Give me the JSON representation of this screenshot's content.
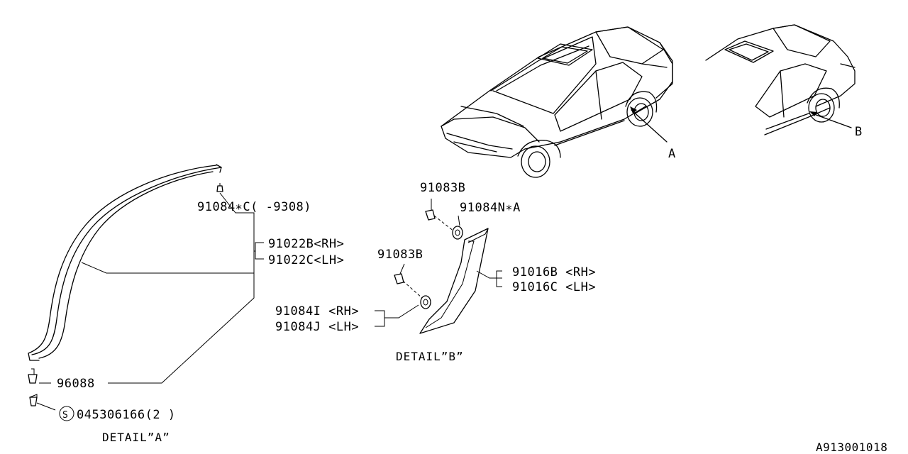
{
  "labels": {
    "p91084c": "91084∗C(  -9308)",
    "p91022b": "91022B<RH>",
    "p91022c": "91022C<LH>",
    "p96088": "96088",
    "screw_s": "S",
    "screw_num": "045306166(2 )",
    "p91083b_top": "91083B",
    "p91084n": "91084N∗A",
    "p91083b_mid": "91083B",
    "p91016b": "91016B <RH>",
    "p91016c": "91016C <LH>",
    "p91084i": "91084I <RH>",
    "p91084j": "91084J <LH>",
    "detail_a": "DETAIL”A”",
    "detail_b": "DETAIL”B”",
    "ref_a": "A",
    "ref_b": "B",
    "drawing_no": "A913001018"
  }
}
